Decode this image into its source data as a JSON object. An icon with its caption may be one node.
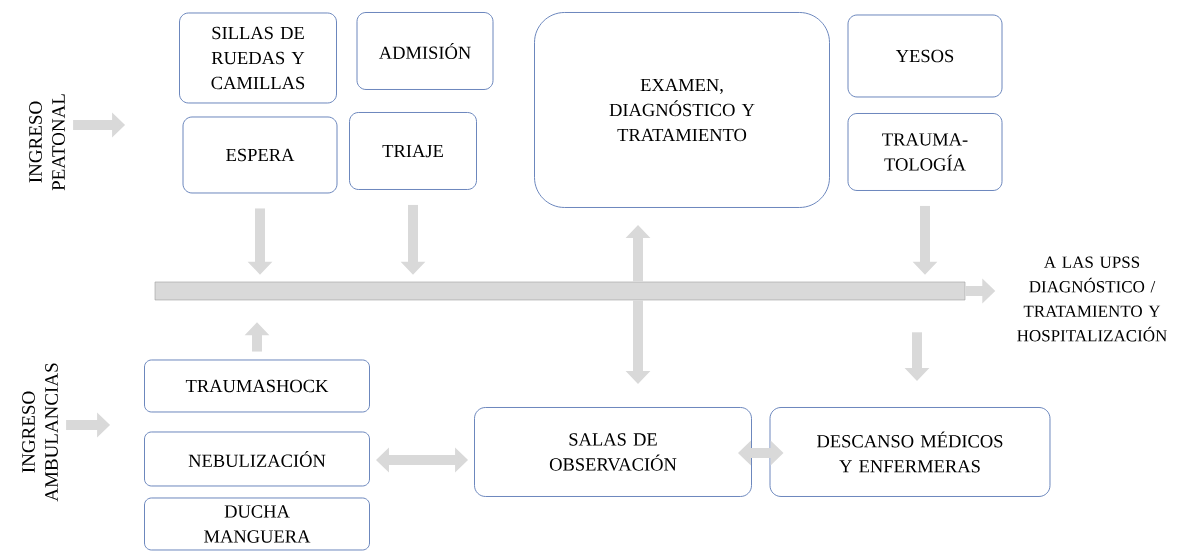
{
  "diagram": {
    "nodes": [
      {
        "text": [
          "INGRESO PEATONAL"
        ]
      },
      {
        "text": [
          "SILLAS DE RUEDAS Y CAMILLAS"
        ]
      },
      {
        "text": [
          "ADMISIÓN"
        ]
      },
      {
        "text": [
          "EXAMEN, DIAGNÓSTICO Y TRATAMIENTO"
        ]
      },
      {
        "text": [
          "YESOS"
        ]
      },
      {
        "text": [
          "ESPERA"
        ]
      },
      {
        "text": [
          "TRIAJE"
        ]
      },
      {
        "text": [
          "TRAUMA-TOLOGÍA"
        ]
      },
      {
        "text": [],
        "shape": "bar"
      },
      {
        "text": [
          "A LAS UPSS DIAGNÓSTICO / TRATAMIENTO Y HOSPITALIZACIÓN"
        ]
      },
      {
        "text": [
          "INGRESO AMBULANCIAS"
        ]
      },
      {
        "text": [
          "TRAUMASHOCK"
        ]
      },
      {
        "text": [
          "NEBULIZACIÓN"
        ]
      },
      {
        "text": [
          "DUCHA MANGUERA"
        ]
      },
      {
        "text": [
          "SALAS DE OBSERVACIÓN"
        ]
      },
      {
        "text": [
          "DESCANSO MÉDICOS Y ENFERMERAS"
        ]
      }
    ],
    "edges": [
      {
        "from": 0,
        "to": null,
        "arrow": "to"
      },
      {
        "from": 10,
        "to": null,
        "arrow": "to"
      },
      {
        "from": 5,
        "to": 8,
        "arrow": "to"
      },
      {
        "from": 6,
        "to": 8,
        "arrow": "to"
      },
      {
        "from": 7,
        "to": 8,
        "arrow": "to"
      },
      {
        "from": 11,
        "to": 8,
        "arrow": "to"
      },
      {
        "from": 8,
        "to": 9,
        "arrow": "to"
      },
      {
        "from": 8,
        "to": 3,
        "arrow": "to"
      },
      {
        "from": 8,
        "to": 14,
        "arrow": "to"
      },
      {
        "from": 8,
        "to": 15,
        "arrow": "to"
      },
      {
        "from": 12,
        "to": 14,
        "arrow": "both"
      },
      {
        "from": 14,
        "to": 15,
        "arrow": "both"
      }
    ]
  }
}
